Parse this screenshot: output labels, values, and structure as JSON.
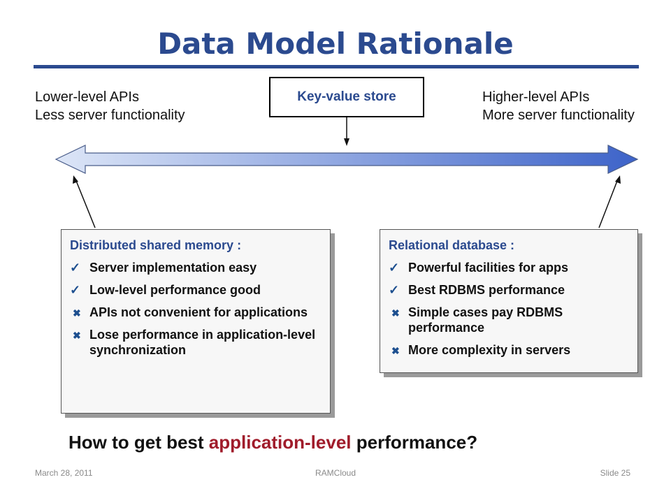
{
  "slide": {
    "title": "Data Model Rationale",
    "left_label": {
      "line1": "Lower-level APIs",
      "line2": "Less server functionality"
    },
    "right_label": {
      "line1": "Higher-level APIs",
      "line2": "More server functionality"
    },
    "center_box": "Key-value store",
    "left_panel": {
      "title": "Distributed shared memory :",
      "items": [
        {
          "mark": "check",
          "text": "Server implementation easy"
        },
        {
          "mark": "check",
          "text": "Low-level performance good"
        },
        {
          "mark": "cross",
          "text": "APIs not convenient for applications"
        },
        {
          "mark": "cross",
          "text": "Lose performance in application-level synchronization"
        }
      ]
    },
    "right_panel": {
      "title": "Relational database :",
      "items": [
        {
          "mark": "check",
          "text": "Powerful facilities for apps"
        },
        {
          "mark": "check",
          "text": "Best RDBMS performance"
        },
        {
          "mark": "cross",
          "text": "Simple cases pay RDBMS performance"
        },
        {
          "mark": "cross",
          "text": "More complexity in servers"
        }
      ]
    },
    "question": {
      "before": "How to get best ",
      "highlight": "application-level",
      "after": " performance?"
    },
    "footer": {
      "date": "March 28, 2011",
      "center": "RAMCloud",
      "slide": "Slide 25"
    }
  },
  "colors": {
    "title": "#2b4a8f",
    "highlight": "#a01c2b",
    "arrow_light": "#dde6f7",
    "arrow_dark": "#3d63c9"
  }
}
